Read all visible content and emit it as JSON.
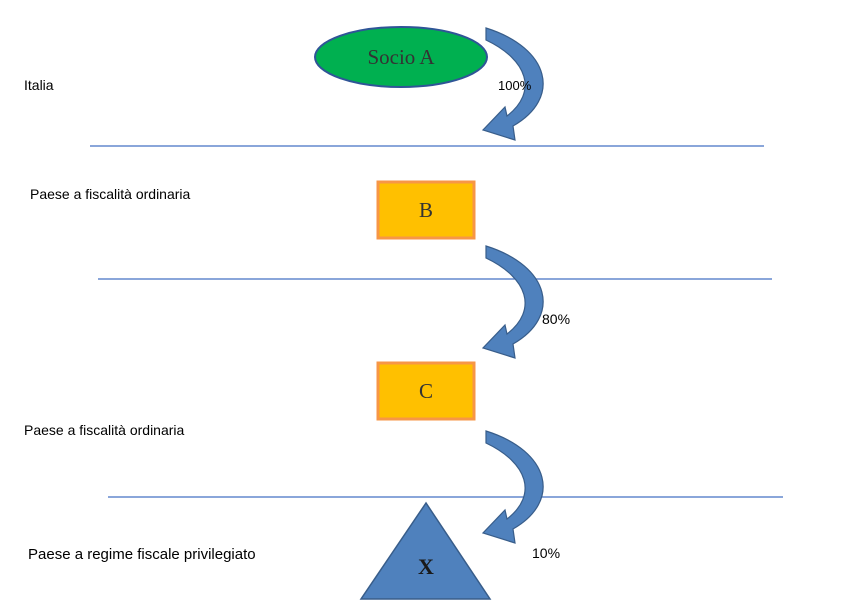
{
  "colors": {
    "divider": "#4472c4",
    "arrow_fill": "#4f81bd",
    "arrow_stroke": "#385d8a",
    "ellipse_fill": "#00b050",
    "ellipse_stroke": "#2f5597",
    "box_fill": "#ffc000",
    "box_stroke": "#f79646",
    "triangle_fill": "#4f81bd",
    "triangle_stroke": "#385d8a"
  },
  "zones": {
    "italia": "Italia",
    "ordinaria_1": "Paese a fiscalità ordinaria",
    "ordinaria_2": "Paese a fiscalità ordinaria",
    "privilegiato": "Paese  a regime fiscale privilegiato"
  },
  "nodes": {
    "socio_a": "Socio A",
    "b": "B",
    "c": "C",
    "x": "X"
  },
  "shares": {
    "a_to_b": "100%",
    "b_to_c": "80%",
    "c_to_x": "10%"
  }
}
